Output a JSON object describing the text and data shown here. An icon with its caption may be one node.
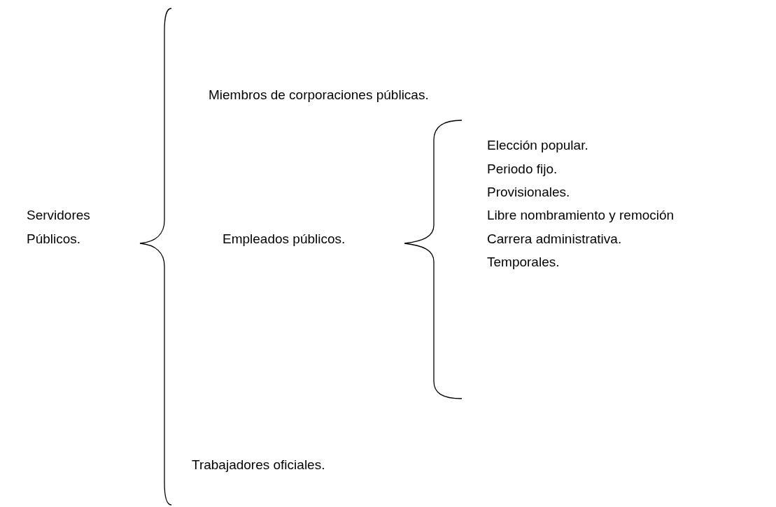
{
  "diagram": {
    "labels": [
      "Miembros de corporaciones públicas.",
      "Elección popular.",
      "Periodo fijo.",
      "Provisionales.",
      "Servidores Públicos.",
      "Libre nombramiento y remoción",
      "Empleados públicos.",
      "Carrera administrativa.",
      "Temporales.",
      "Trabajadores oficiales."
    ]
  }
}
